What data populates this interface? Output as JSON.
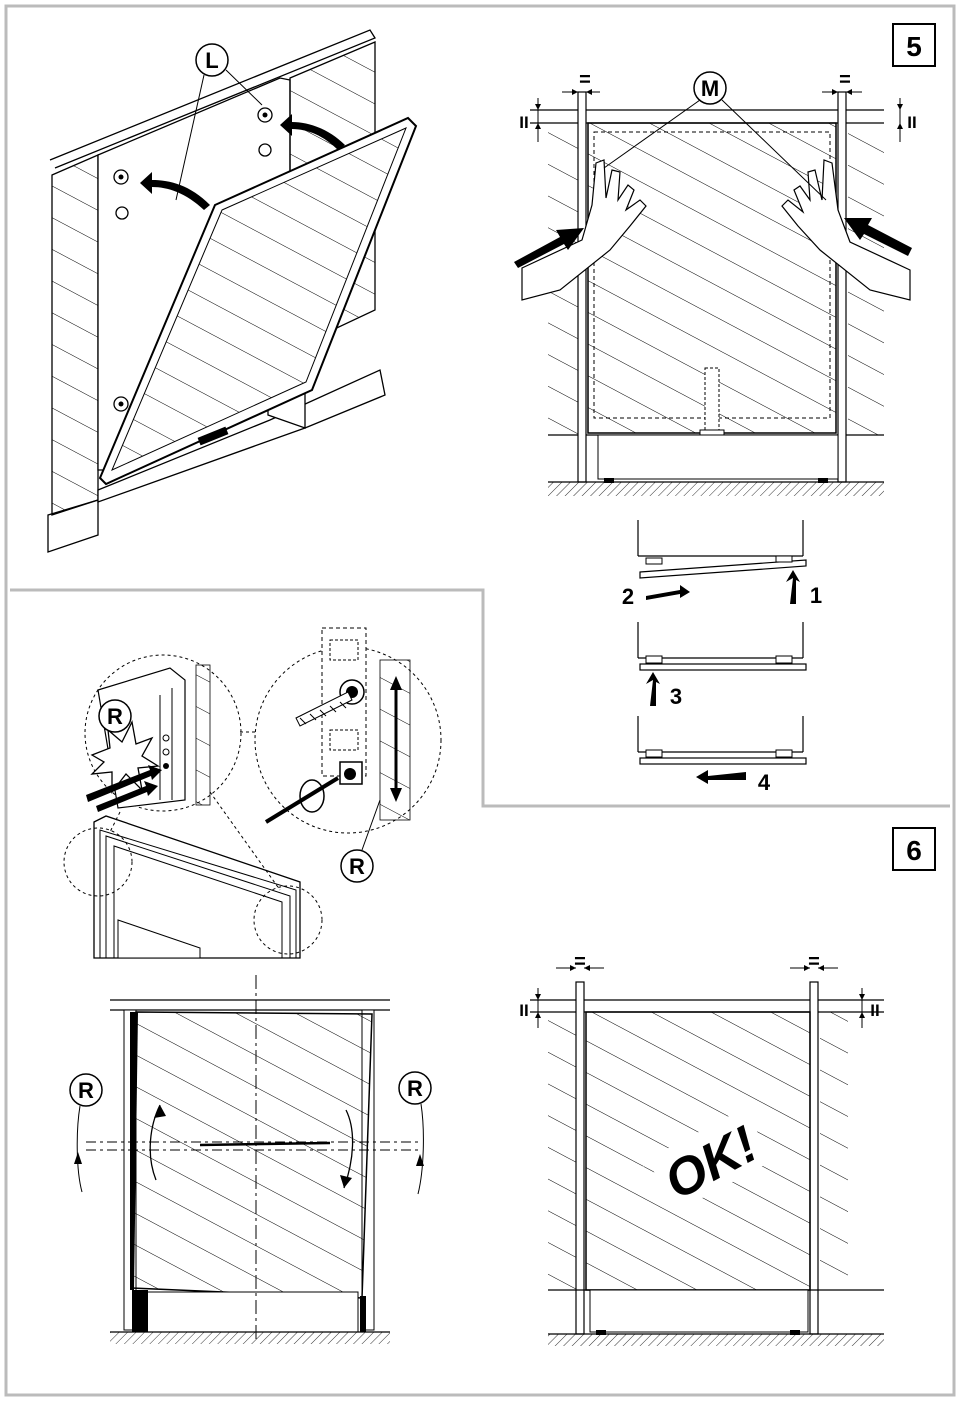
{
  "steps": {
    "step5": "5",
    "step6": "6"
  },
  "labels": {
    "L": "L",
    "M": "M",
    "R": "R",
    "equal": "=",
    "parallel": "II",
    "seq1": "1",
    "seq2": "2",
    "seq3": "3",
    "seq4": "4",
    "ok": "OK!"
  }
}
